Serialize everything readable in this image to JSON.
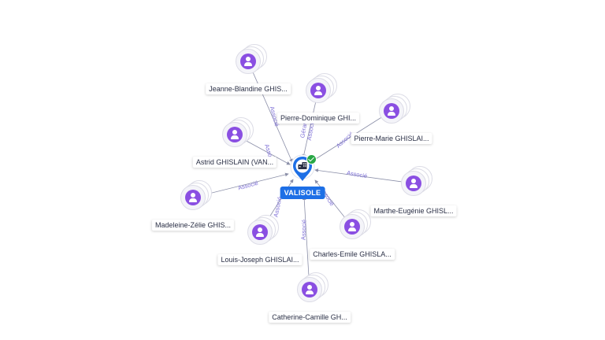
{
  "company": {
    "name": "VALISOLE",
    "brand_color": "#1d6fe6",
    "verified_color": "#28a745",
    "icon": "building-icon",
    "status_icon": "check-icon"
  },
  "person_icon": "person-icon",
  "person_color": "#8a4fe2",
  "people": [
    {
      "name": "Jeanne-Blandine GHIS...",
      "role": "Associé"
    },
    {
      "name": "Pierre-Dominique GHI...",
      "role": "Gérant\nAssocié"
    },
    {
      "name": "Pierre-Marie GHISLAI...",
      "role": "Associé"
    },
    {
      "name": "Astrid GHISLAIN (VAN...",
      "role": "Associé"
    },
    {
      "name": "Marthe-Eugénie GHISL...",
      "role": "Associé"
    },
    {
      "name": "Madeleine-Zélie GHIS...",
      "role": "Associé"
    },
    {
      "name": "Louis-Joseph GHISLAI...",
      "role": "Associé"
    },
    {
      "name": "Charles-Emile GHISLA...",
      "role": "Associé"
    },
    {
      "name": "Catherine-Camille GH...",
      "role": "Associé"
    }
  ]
}
